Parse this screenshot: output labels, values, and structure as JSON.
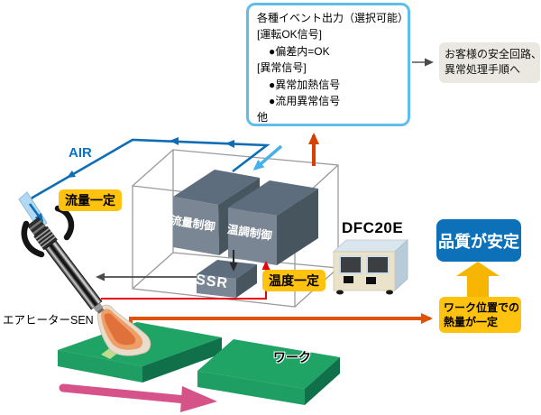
{
  "event_box": {
    "lines": [
      "各種イベント出力（選択可能）",
      "[運転OK信号]",
      "●偏差内=OK",
      "[異常信号]",
      "●異常加熱信号",
      "●流用異常信号",
      "他"
    ]
  },
  "safety_box": {
    "line1": "お客様の安全回路、",
    "line2": "異常処理手順へ"
  },
  "unit": {
    "flow_block": "流量制御",
    "temp_block": "温調制御",
    "ssr_block": "SSR"
  },
  "labels": {
    "air": "AIR",
    "flow_constant": "流量一定",
    "temp_constant": "温度一定",
    "heater": "エアヒーターSEN",
    "device": "DFC20E",
    "work": "ワーク",
    "quality": "品質が安定",
    "heat_line1": "ワーク位置での",
    "heat_line2": "熱量が一定"
  },
  "colors": {
    "event_box_border": "#5fbde9",
    "safety_box_bg": "#eae8e1",
    "yellow_label": "#ffc20e",
    "yellow_arrow": "#f6b600",
    "quality_blue": "#0d71b9",
    "air_line_blue": "#0e6db5",
    "air_input_blue": "#45b1e8",
    "event_arrow_orange": "#d64000",
    "sensor_red": "#e8000f",
    "heat_line_orange": "#e05206",
    "move_arrow_pink": "#d6538a",
    "work_green_top": "#1fa466",
    "block_gray": "#7a8694"
  }
}
